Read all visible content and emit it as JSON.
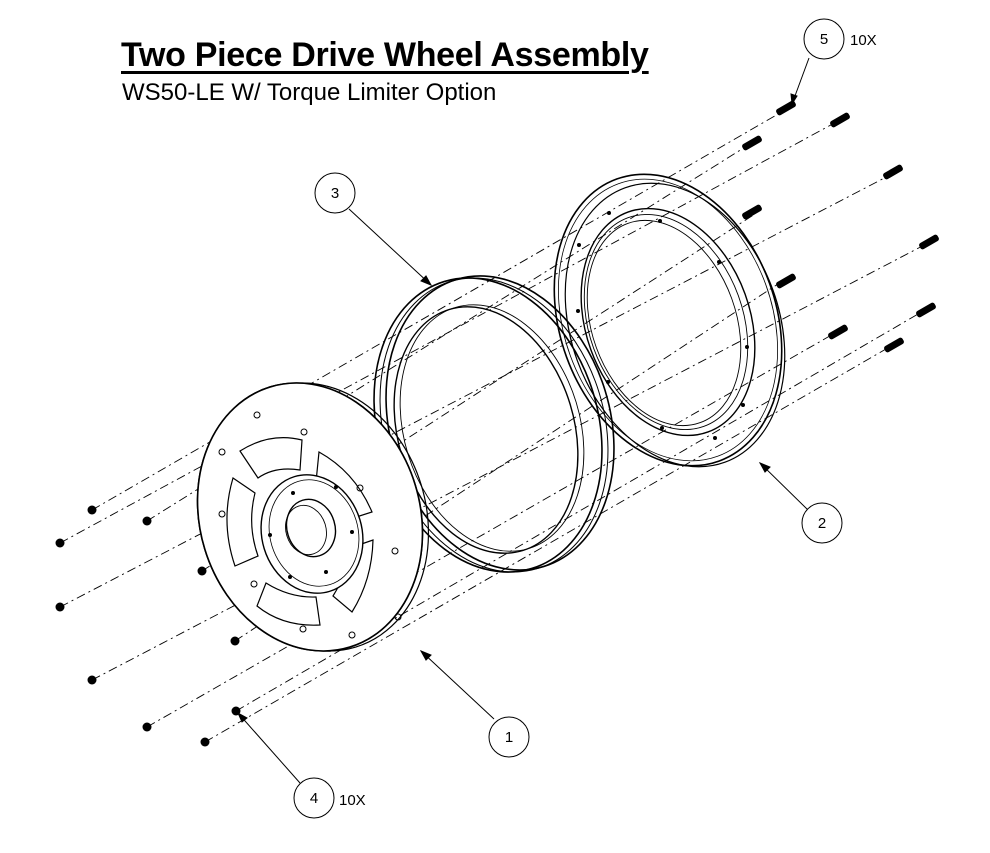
{
  "header": {
    "title": "Two Piece Drive Wheel Assembly",
    "subtitle": "WS50-LE W/ Torque Limiter Option"
  },
  "callouts": [
    {
      "item": "1",
      "qty": ""
    },
    {
      "item": "2",
      "qty": ""
    },
    {
      "item": "3",
      "qty": ""
    },
    {
      "item": "4",
      "qty": "10X"
    },
    {
      "item": "5",
      "qty": "10X"
    }
  ],
  "colors": {
    "line": "#000000",
    "background": "#ffffff"
  }
}
